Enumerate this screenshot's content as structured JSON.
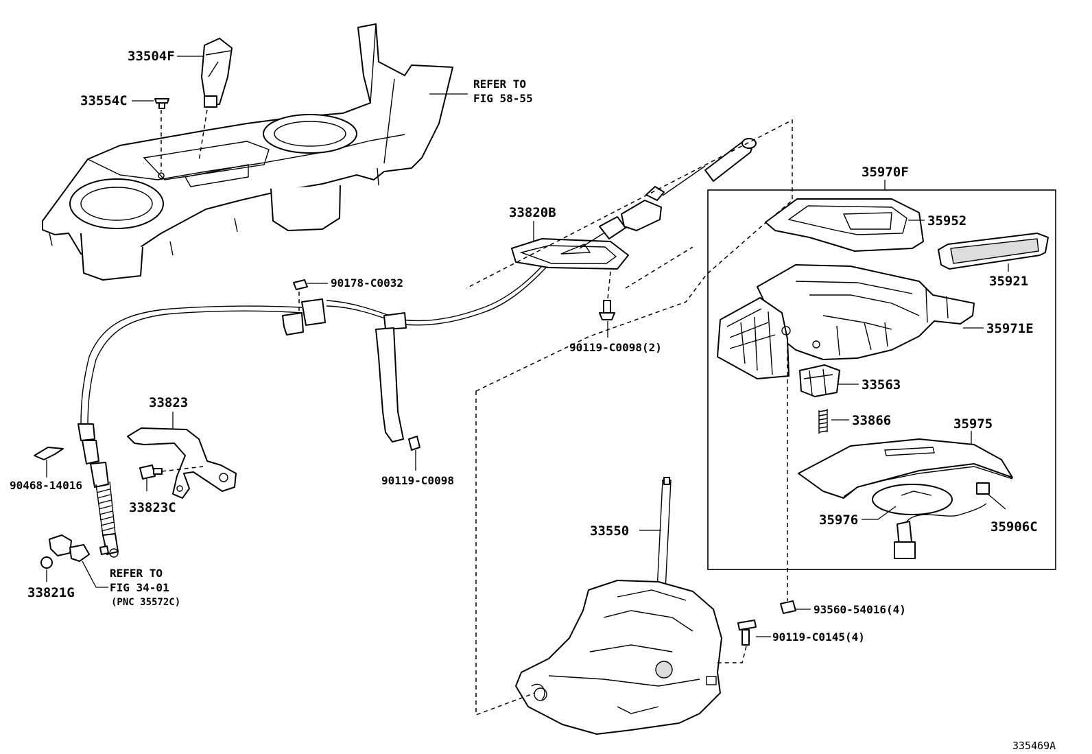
{
  "labels": {
    "p33504F": "33504F",
    "p33554C": "33554C",
    "refer_fig_58_55_line1": "REFER TO",
    "refer_fig_58_55_line2": "FIG 58-55",
    "p35970F": "35970F",
    "p33820B": "33820B",
    "p35952": "35952",
    "p35921": "35921",
    "p90178_C0032": "90178-C0032",
    "p35971E": "35971E",
    "p90119_C0098_2": "90119-C0098(2)",
    "p33563": "33563",
    "p33823": "33823",
    "p33866": "33866",
    "p35975": "35975",
    "p90468_14016": "90468-14016",
    "p90119_C0098": "90119-C0098",
    "p33823C": "33823C",
    "p35976": "35976",
    "p35906C": "35906C",
    "p33550": "33550",
    "refer_fig_34_01_line1": "REFER TO",
    "refer_fig_34_01_line2": "FIG 34-01",
    "refer_fig_34_01_line3": "(PNC 35572C)",
    "p33821G": "33821G",
    "p93560_54016_4": "93560-54016(4)",
    "p90119_C0145_4": "90119-C0145(4)",
    "illustration_id": "335469A"
  }
}
